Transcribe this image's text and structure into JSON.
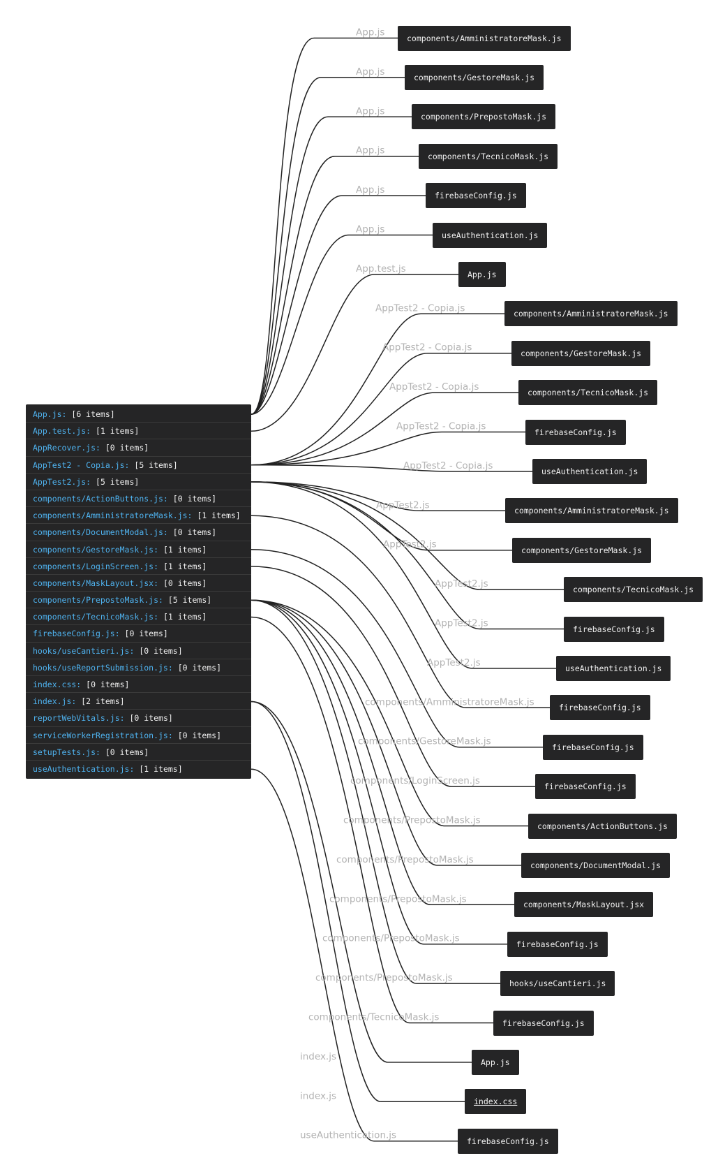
{
  "sources": [
    {
      "name": "App.js:",
      "count": "[6 items]"
    },
    {
      "name": "App.test.js:",
      "count": "[1 items]"
    },
    {
      "name": "AppRecover.js:",
      "count": "[0 items]"
    },
    {
      "name": "AppTest2 - Copia.js:",
      "count": "[5 items]"
    },
    {
      "name": "AppTest2.js:",
      "count": "[5 items]"
    },
    {
      "name": "components/ActionButtons.js:",
      "count": "[0 items]"
    },
    {
      "name": "components/AmministratoreMask.js:",
      "count": "[1 items]"
    },
    {
      "name": "components/DocumentModal.js:",
      "count": "[0 items]"
    },
    {
      "name": "components/GestoreMask.js:",
      "count": "[1 items]"
    },
    {
      "name": "components/LoginScreen.js:",
      "count": "[1 items]"
    },
    {
      "name": "components/MaskLayout.jsx:",
      "count": "[0 items]"
    },
    {
      "name": "components/PrepostoMask.js:",
      "count": "[5 items]"
    },
    {
      "name": "components/TecnicoMask.js:",
      "count": "[1 items]"
    },
    {
      "name": "firebaseConfig.js:",
      "count": "[0 items]"
    },
    {
      "name": "hooks/useCantieri.js:",
      "count": "[0 items]"
    },
    {
      "name": "hooks/useReportSubmission.js:",
      "count": "[0 items]"
    },
    {
      "name": "index.css:",
      "count": "[0 items]"
    },
    {
      "name": "index.js:",
      "count": "[2 items]"
    },
    {
      "name": "reportWebVitals.js:",
      "count": "[0 items]"
    },
    {
      "name": "serviceWorkerRegistration.js:",
      "count": "[0 items]"
    },
    {
      "name": "setupTests.js:",
      "count": "[0 items]"
    },
    {
      "name": "useAuthentication.js:",
      "count": "[1 items]"
    }
  ],
  "edges": [
    {
      "src": 0,
      "label": "App.js",
      "target": "components/AmministratoreMask.js"
    },
    {
      "src": 0,
      "label": "App.js",
      "target": "components/GestoreMask.js"
    },
    {
      "src": 0,
      "label": "App.js",
      "target": "components/PrepostoMask.js"
    },
    {
      "src": 0,
      "label": "App.js",
      "target": "components/TecnicoMask.js"
    },
    {
      "src": 0,
      "label": "App.js",
      "target": "firebaseConfig.js"
    },
    {
      "src": 0,
      "label": "App.js",
      "target": "useAuthentication.js"
    },
    {
      "src": 1,
      "label": "App.test.js",
      "target": "App.js"
    },
    {
      "src": 3,
      "label": "AppTest2 - Copia.js",
      "target": "components/AmministratoreMask.js"
    },
    {
      "src": 3,
      "label": "AppTest2 - Copia.js",
      "target": "components/GestoreMask.js"
    },
    {
      "src": 3,
      "label": "AppTest2 - Copia.js",
      "target": "components/TecnicoMask.js"
    },
    {
      "src": 3,
      "label": "AppTest2 - Copia.js",
      "target": "firebaseConfig.js"
    },
    {
      "src": 3,
      "label": "AppTest2 - Copia.js",
      "target": "useAuthentication.js"
    },
    {
      "src": 4,
      "label": "AppTest2.js",
      "target": "components/AmministratoreMask.js"
    },
    {
      "src": 4,
      "label": "AppTest2.js",
      "target": "components/GestoreMask.js"
    },
    {
      "src": 4,
      "label": "AppTest2.js",
      "target": "components/TecnicoMask.js"
    },
    {
      "src": 4,
      "label": "AppTest2.js",
      "target": "firebaseConfig.js"
    },
    {
      "src": 4,
      "label": "AppTest2.js",
      "target": "useAuthentication.js"
    },
    {
      "src": 6,
      "label": "components/AmministratoreMask.js",
      "target": "firebaseConfig.js"
    },
    {
      "src": 8,
      "label": "components/GestoreMask.js",
      "target": "firebaseConfig.js"
    },
    {
      "src": 9,
      "label": "components/LoginScreen.js",
      "target": "firebaseConfig.js"
    },
    {
      "src": 11,
      "label": "components/PrepostoMask.js",
      "target": "components/ActionButtons.js"
    },
    {
      "src": 11,
      "label": "components/PrepostoMask.js",
      "target": "components/DocumentModal.js"
    },
    {
      "src": 11,
      "label": "components/PrepostoMask.js",
      "target": "components/MaskLayout.jsx"
    },
    {
      "src": 11,
      "label": "components/PrepostoMask.js",
      "target": "firebaseConfig.js"
    },
    {
      "src": 11,
      "label": "components/PrepostoMask.js",
      "target": "hooks/useCantieri.js"
    },
    {
      "src": 12,
      "label": "components/TecnicoMask.js",
      "target": "firebaseConfig.js"
    },
    {
      "src": 17,
      "label": "index.js",
      "target": "App.js"
    },
    {
      "src": 17,
      "label": "index.js",
      "target": "index.css"
    },
    {
      "src": 21,
      "label": "useAuthentication.js",
      "target": "firebaseConfig.js"
    }
  ],
  "underlined_target": 27,
  "colors": {
    "node_bg": "#252526",
    "key_text": "#4fb3f0",
    "value_text": "#f0f0f0",
    "edge": "#222222",
    "edge_label": "#b3b3b3"
  }
}
